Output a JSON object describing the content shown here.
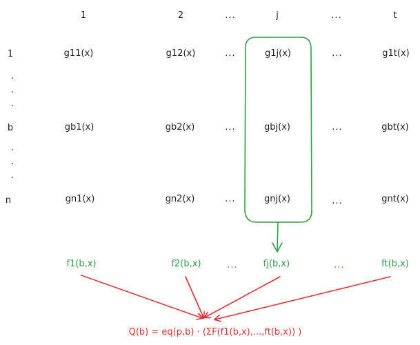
{
  "colors": {
    "ink": "#1e1e1e",
    "highlight": "#2f9e44",
    "result": "#e03131"
  },
  "column_headers": [
    "1",
    "2",
    "...",
    "j",
    "...",
    "t"
  ],
  "row_headers": [
    "1",
    ".",
    ".",
    ".",
    "b",
    ".",
    ".",
    ".",
    "n"
  ],
  "matrix_rows": [
    [
      "g11(x)",
      "g12(x)",
      "...",
      "g1j(x)",
      "...",
      "g1t(x)"
    ],
    [
      "gb1(x)",
      "gb2(x)",
      "...",
      "gbj(x)",
      "...",
      "gbt(x)"
    ],
    [
      "gn1(x)",
      "gn2(x)",
      "...",
      "gnj(x)",
      "...",
      "gnt(x)"
    ]
  ],
  "aggregates": [
    "f1(b,x)",
    "f2(b,x)",
    "...",
    "fj(b,x)",
    "...",
    "ft(b,x)"
  ],
  "formula": "Q(b) = eq(p,b) · (ΣF(f1(b,x),...,ft(b,x)) )"
}
